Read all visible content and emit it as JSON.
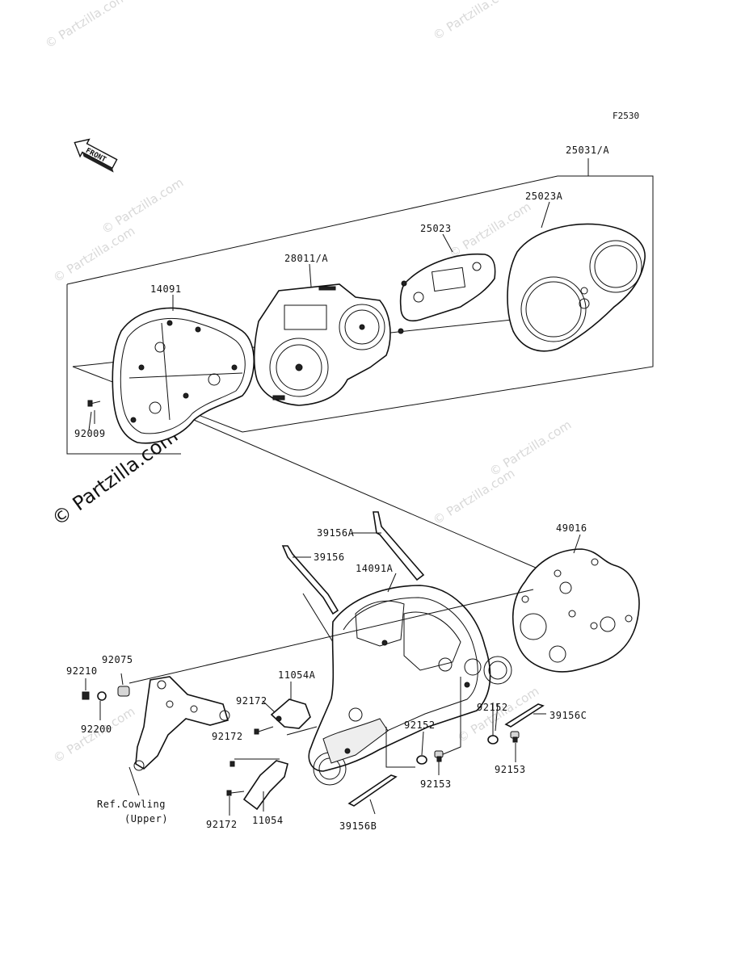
{
  "figure_code": "F2530",
  "front_arrow_label": "FRONT",
  "watermark_large": "© Partzilla.com",
  "watermark_small": "© Partzilla.com",
  "parts": [
    {
      "id": "p-25031A",
      "number": "25031/A"
    },
    {
      "id": "p-25023A",
      "number": "25023A"
    },
    {
      "id": "p-25023",
      "number": "25023"
    },
    {
      "id": "p-28011A",
      "number": "28011/A"
    },
    {
      "id": "p-14091",
      "number": "14091"
    },
    {
      "id": "p-92009",
      "number": "92009"
    },
    {
      "id": "p-39156A",
      "number": "39156A"
    },
    {
      "id": "p-39156",
      "number": "39156"
    },
    {
      "id": "p-14091A",
      "number": "14091A"
    },
    {
      "id": "p-49016",
      "number": "49016"
    },
    {
      "id": "p-92075",
      "number": "92075"
    },
    {
      "id": "p-92210",
      "number": "92210"
    },
    {
      "id": "p-92200",
      "number": "92200"
    },
    {
      "id": "p-11054A",
      "number": "11054A"
    },
    {
      "id": "p-92172a",
      "number": "92172"
    },
    {
      "id": "p-92172b",
      "number": "92172"
    },
    {
      "id": "p-92172c",
      "number": "92172"
    },
    {
      "id": "p-11054",
      "number": "11054"
    },
    {
      "id": "p-92152a",
      "number": "92152"
    },
    {
      "id": "p-92152b",
      "number": "92152"
    },
    {
      "id": "p-39156C",
      "number": "39156C"
    },
    {
      "id": "p-92153a",
      "number": "92153"
    },
    {
      "id": "p-92153b",
      "number": "92153"
    },
    {
      "id": "p-39156B",
      "number": "39156B"
    }
  ],
  "reference_note": {
    "line1": "Ref.Cowling",
    "line2": "(Upper)"
  }
}
